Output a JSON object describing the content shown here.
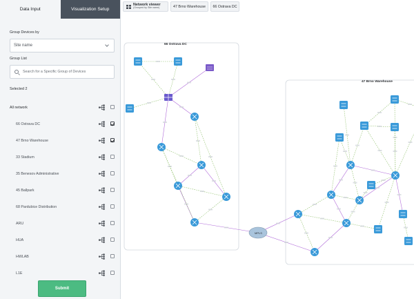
{
  "panel": {
    "tabs": [
      {
        "label": "Data Input",
        "active": true
      },
      {
        "label": "Visualization Setup",
        "active": false
      }
    ],
    "group_devices_label": "Group Devices by",
    "group_devices_value": "Site name",
    "group_list_label": "Group List",
    "search_placeholder": "Search for a Specific Group of Devices",
    "selected_label": "Selected 2",
    "all_network": {
      "label": "All network",
      "checked": false
    },
    "groups": [
      {
        "label": "66 Ostrava DC",
        "checked": true
      },
      {
        "label": "47 Brno Warehouse",
        "checked": true
      },
      {
        "label": "33 Stadium",
        "checked": false
      },
      {
        "label": "35 Benesov Administrative",
        "checked": false
      },
      {
        "label": "45 Ballpark",
        "checked": false
      },
      {
        "label": "68 Pardubice Distribution",
        "checked": false
      },
      {
        "label": "ARU",
        "checked": false
      },
      {
        "label": "HUA",
        "checked": false
      },
      {
        "label": "HWLAB",
        "checked": false
      },
      {
        "label": "L1E",
        "checked": false
      }
    ],
    "submit_label": "Submit"
  },
  "topbar": {
    "viewer_title": "Network viewer",
    "viewer_subtitle": "(Grouped by Site name)",
    "chips": [
      "47 Brno Warehouse",
      "66 Ostrava DC"
    ]
  },
  "canvas": {
    "group_ostrava": "66 Ostrava DC",
    "group_brno": "47 Brno Warehouse",
    "cloud_label": "MPLS",
    "link_label": "L2",
    "colors": {
      "switch": "#3a9ad9",
      "router": "#3a9ad9",
      "firewall": "#6a5acd",
      "link_green": "#8fbf6a",
      "link_purple": "#b06ad9",
      "cloud": "#a9c4dc"
    }
  }
}
